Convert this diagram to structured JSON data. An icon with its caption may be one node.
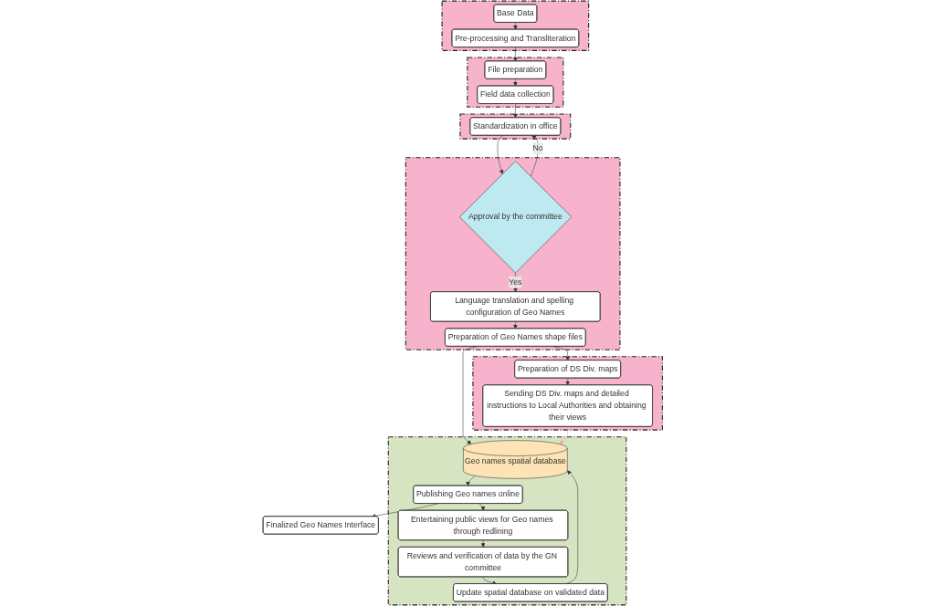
{
  "diagram": {
    "nodes": [
      {
        "text": [],
        "shape": "box"
      },
      {
        "text": [
          "File preparation"
        ],
        "in": 0
      },
      {
        "text": [
          "Field data collection"
        ],
        "in": 0
      },
      {
        "text": [],
        "shape": "box"
      },
      {
        "text": [
          "Standardization in office"
        ],
        "in": 3
      },
      {
        "text": [],
        "shape": "box"
      },
      {
        "text": [
          "Approval by the committee"
        ],
        "in": 5
      },
      {
        "text": [
          "Language translation and spelling configuration of Geo Names"
        ],
        "in": 5
      },
      {
        "text": [
          "Preparation of Geo Names shape files"
        ],
        "in": 5
      },
      {
        "text": [],
        "shape": "box"
      },
      {
        "text": [
          "Pre-processing and Transliteration"
        ],
        "in": 9
      },
      {
        "text": [
          "Base Data"
        ],
        "in": 9
      },
      {
        "text": [],
        "shape": "box"
      },
      {
        "text": [
          "Geo names spatial database"
        ],
        "in": 12
      },
      {
        "text": [
          "Update spatial database on validated data"
        ],
        "in": 12
      },
      {
        "text": [
          "Publishing Geo names online"
        ],
        "in": 12
      },
      {
        "text": [
          "Reviews and verification of data by the GN committee"
        ],
        "in": 12
      },
      {
        "text": [
          "Entertaining public views for Geo names through redlining"
        ],
        "in": 12
      },
      {
        "text": [
          "Finalized Geo Names Interface"
        ]
      },
      {
        "text": [],
        "shape": "box"
      },
      {
        "text": [
          "Preparation of DS Div. maps"
        ],
        "in": 19
      },
      {
        "text": [
          "Sending DS Div. maps and detailed instructions to Local Authorities and obtaining their views"
        ],
        "in": 19
      }
    ],
    "edges": [
      {
        "from": 11,
        "to": 10,
        "arrow": "to"
      },
      {
        "from": 10,
        "to": 1,
        "arrow": "to"
      },
      {
        "from": 1,
        "to": 2,
        "arrow": "to"
      },
      {
        "from": 2,
        "to": 4,
        "arrow": "to"
      },
      {
        "from": 4,
        "to": 6,
        "arrow": "to"
      },
      {
        "from": 6,
        "to": 7,
        "arrow": "to",
        "label": "Yes"
      },
      {
        "from": 6,
        "to": 4,
        "arrow": "to",
        "label": "No"
      },
      {
        "from": 7,
        "to": 8,
        "arrow": "to"
      },
      {
        "from": 8,
        "to": 13,
        "arrow": "to"
      },
      {
        "from": 8,
        "to": 20,
        "arrow": "to"
      },
      {
        "from": 20,
        "to": 21,
        "arrow": "to"
      },
      {
        "from": 21,
        "to": 13,
        "arrow": "to",
        "color": "#f4a0b5"
      },
      {
        "from": 13,
        "to": 15,
        "arrow": "to"
      },
      {
        "from": 15,
        "to": 18,
        "arrow": "to"
      },
      {
        "from": 15,
        "to": 17,
        "arrow": "to"
      },
      {
        "from": 17,
        "to": 16,
        "arrow": "to"
      },
      {
        "from": 16,
        "to": 14,
        "arrow": "to"
      },
      {
        "from": 14,
        "to": 13,
        "arrow": "to"
      }
    ]
  }
}
